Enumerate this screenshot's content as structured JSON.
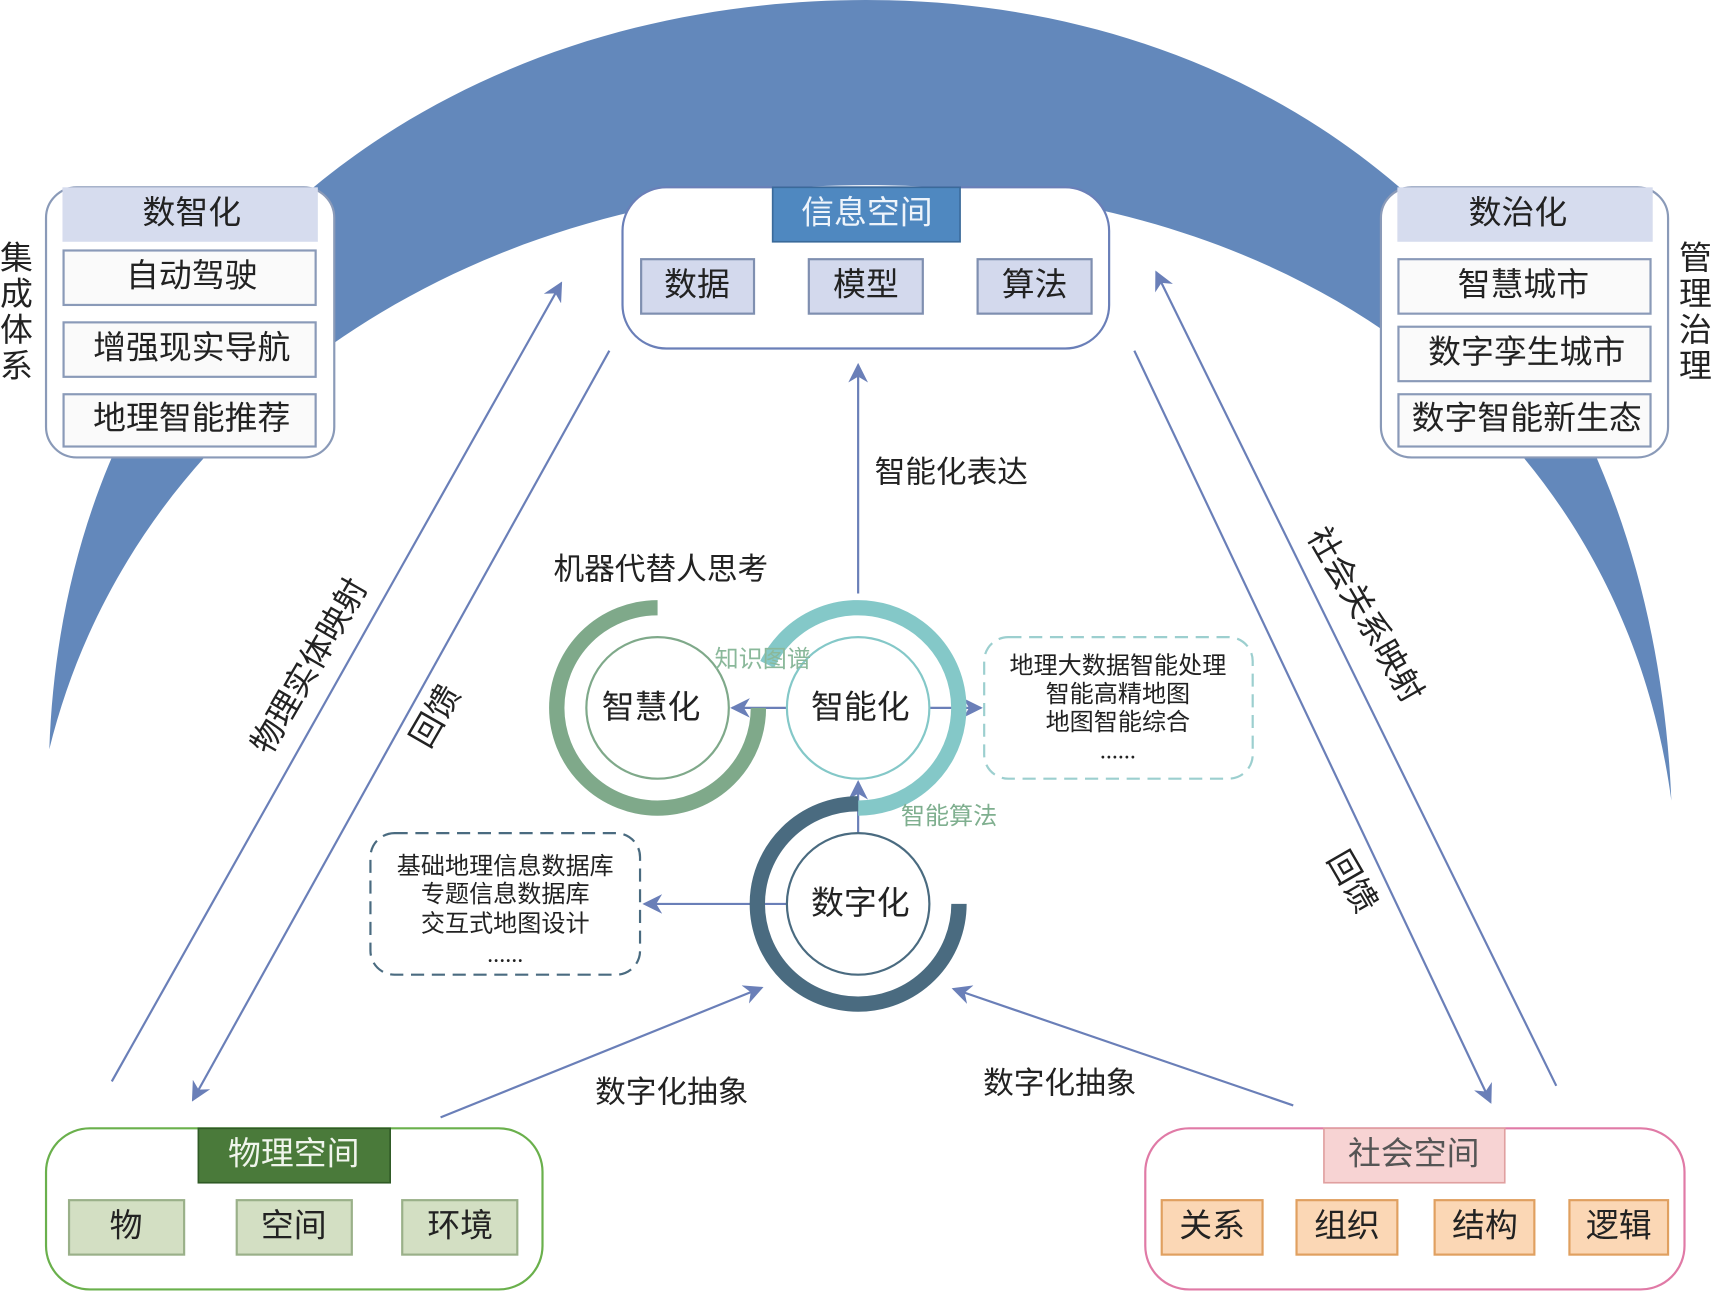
{
  "colors": {
    "arc": "#6388bb",
    "line": "#6a7fb8",
    "info_header": "#4f88c0",
    "physical_header": "#4a7a3a",
    "social_header": "#f7d3d3",
    "ring_wisdom": "#7fa98a",
    "ring_intelligent": "#84c8c8",
    "ring_digital": "#4a6b80"
  },
  "left_panel": {
    "side_label": [
      "集",
      "成",
      "体",
      "系"
    ],
    "title": "数智化",
    "items": [
      "自动驾驶",
      "增强现实导航",
      "地理智能推荐"
    ]
  },
  "right_panel": {
    "side_label": [
      "管",
      "理",
      "治",
      "理"
    ],
    "title": "数治化",
    "items": [
      "智慧城市",
      "数字孪生城市",
      "数字智能新生态"
    ]
  },
  "info_space": {
    "title": "信息空间",
    "items": [
      "数据",
      "模型",
      "算法"
    ]
  },
  "physical_space": {
    "title": "物理空间",
    "items": [
      "物",
      "空间",
      "环境"
    ]
  },
  "social_space": {
    "title": "社会空间",
    "items": [
      "关系",
      "组织",
      "结构",
      "逻辑"
    ]
  },
  "circles": {
    "wisdom": "智慧化",
    "intelligent": "智能化",
    "digital": "数字化"
  },
  "labels": {
    "intelligent_expression": "智能化表达",
    "machine_thinking": "机器代替人思考",
    "knowledge_graph": "知识图谱",
    "intelligent_algorithm": "智能算法",
    "digital_abstraction_left": "数字化抽象",
    "digital_abstraction_right": "数字化抽象",
    "physical_mapping": "物理实体映射",
    "feedback_left": "回馈",
    "social_mapping": "社会关系映射",
    "feedback_right": "回馈"
  },
  "intelligent_box": {
    "lines": [
      "地理大数据智能处理",
      "智能高精地图",
      "地图智能综合",
      "......"
    ]
  },
  "digital_box": {
    "lines": [
      "基础地理信息数据库",
      "专题信息数据库",
      "交互式地图设计",
      "......"
    ]
  }
}
